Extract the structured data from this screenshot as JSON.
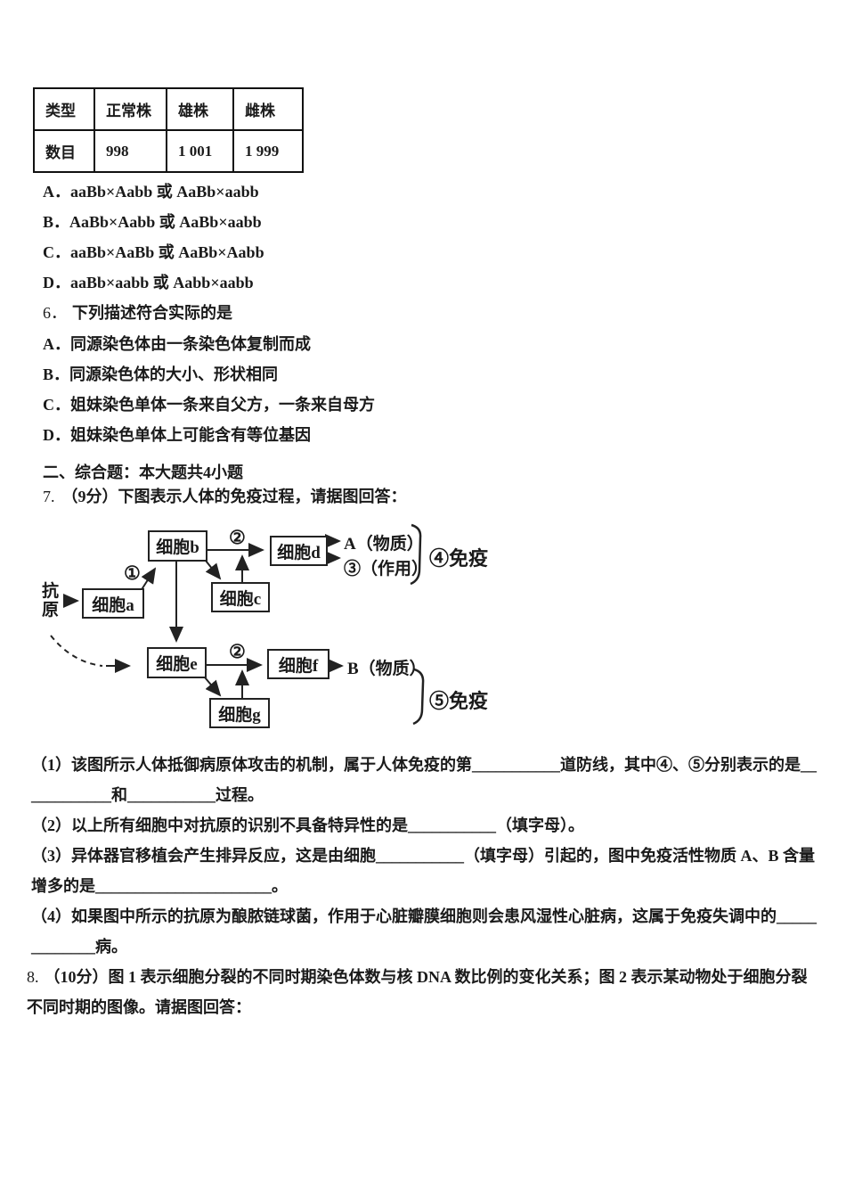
{
  "q5": {
    "table": {
      "rows": [
        [
          "类型",
          "正常株",
          "雄株",
          "雌株"
        ],
        [
          "数目",
          "998",
          "1 001",
          "1 999"
        ]
      ]
    },
    "options": [
      "A．aaBb×Aabb 或 AaBb×aabb",
      "B．AaBb×Aabb 或 AaBb×aabb",
      "C．aaBb×AaBb 或 AaBb×Aabb",
      "D．aaBb×aabb 或 Aabb×aabb"
    ]
  },
  "q6": {
    "num": "6．",
    "stem": "下列描述符合实际的是",
    "options": [
      "A．同源染色体由一条染色体复制而成",
      "B．同源染色体的大小、形状相同",
      "C．姐妹染色单体一条来自父方，一条来自母方",
      "D．姐妹染色单体上可能含有等位基因"
    ]
  },
  "section2": {
    "title": "二、综合题：本大题共4小题"
  },
  "q7": {
    "num": "7.",
    "stem": "（9分）下图表示人体的免疫过程，请据图回答：",
    "diagram": {
      "antigen_char1": "抗",
      "antigen_char2": "原",
      "cell_a": "细胞a",
      "cell_b": "细胞b",
      "cell_c": "细胞c",
      "cell_d": "细胞d",
      "cell_e": "细胞e",
      "cell_f": "细胞f",
      "cell_g": "细胞g",
      "num1": "①",
      "num2_top": "②",
      "num2_bottom": "②",
      "out_substance_a": "A（物质）",
      "out_effect_3": "③（作用）",
      "immunity_4": "④免疫",
      "out_substance_b": "B（物质）",
      "immunity_5": "⑤免疫"
    },
    "subs": [
      "（1）该图所示人体抵御病原体攻击的机制，属于人体免疫的第___________道防线，其中④、⑤分别表示的是____________和___________过程。",
      "（2）以上所有细胞中对抗原的识别不具备特异性的是___________（填字母）。",
      "（3）异体器官移植会产生排异反应，这是由细胞___________（填字母）引起的，图中免疫活性物质 A、B 含量增多的是______________________。",
      "（4）如果图中所示的抗原为酿脓链球菌，作用于心脏瓣膜细胞则会患风湿性心脏病，这属于免疫失调中的_____________病。"
    ]
  },
  "q8": {
    "num": "8.",
    "stem": "（10分）图 1 表示细胞分裂的不同时期染色体数与核 DNA 数比例的变化关系；图 2 表示某动物处于细胞分裂不同时期的图像。请据图回答："
  }
}
